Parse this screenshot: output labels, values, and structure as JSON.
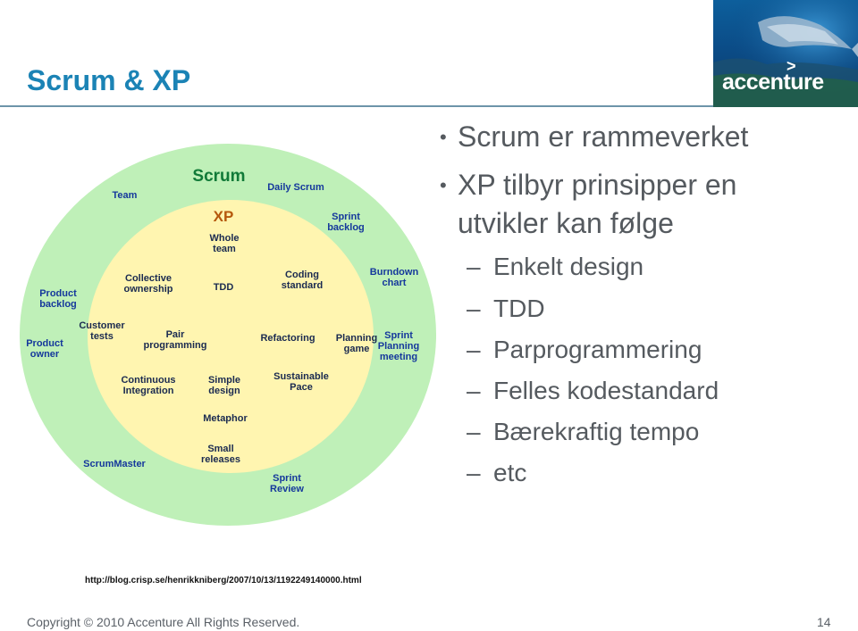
{
  "title": "Scrum & XP",
  "logo": {
    "text": "accenture",
    "mark": ">"
  },
  "diagram": {
    "outer_title": "Scrum",
    "inner_title": "XP",
    "outer_labels": {
      "team": "Team",
      "daily_scrum": "Daily Scrum",
      "sprint_backlog": "Sprint backlog",
      "burndown_chart": "Burndown chart",
      "product_backlog": "Product backlog",
      "product_owner": "Product owner",
      "sprint_planning_meeting": "Sprint Planning meeting",
      "scrummaster": "ScrumMaster",
      "sprint_review": "Sprint Review"
    },
    "inner_labels": {
      "whole_team": "Whole team",
      "collective_ownership": "Collective ownership",
      "tdd": "TDD",
      "coding_standard": "Coding standard",
      "customer_tests": "Customer tests",
      "pair_programming": "Pair programming",
      "refactoring": "Refactoring",
      "planning_game": "Planning game",
      "continuous_integration": "Continuous Integration",
      "simple_design": "Simple design",
      "sustainable_pace": "Sustainable Pace",
      "metaphor": "Metaphor",
      "small_releases": "Small releases"
    }
  },
  "bullets": [
    "Scrum er rammeverket",
    "XP tilbyr prinsipper en utvikler kan følge"
  ],
  "sub_bullets": [
    "Enkelt design",
    "TDD",
    "Parprogrammering",
    "Felles kodestandard",
    "Bærekraftig tempo",
    "etc"
  ],
  "source_url": "http://blog.crisp.se/henrikkniberg/2007/10/13/1192249140000.html",
  "footer": "Copyright © 2010 Accenture  All Rights Reserved.",
  "page_number": "14",
  "colors": {
    "title": "#1b83b5",
    "outer_circle": "#bff0b8",
    "inner_circle": "#fff5b0",
    "label": "#15389c",
    "scrum_title": "#117a38",
    "xp_title": "#b5580c"
  }
}
